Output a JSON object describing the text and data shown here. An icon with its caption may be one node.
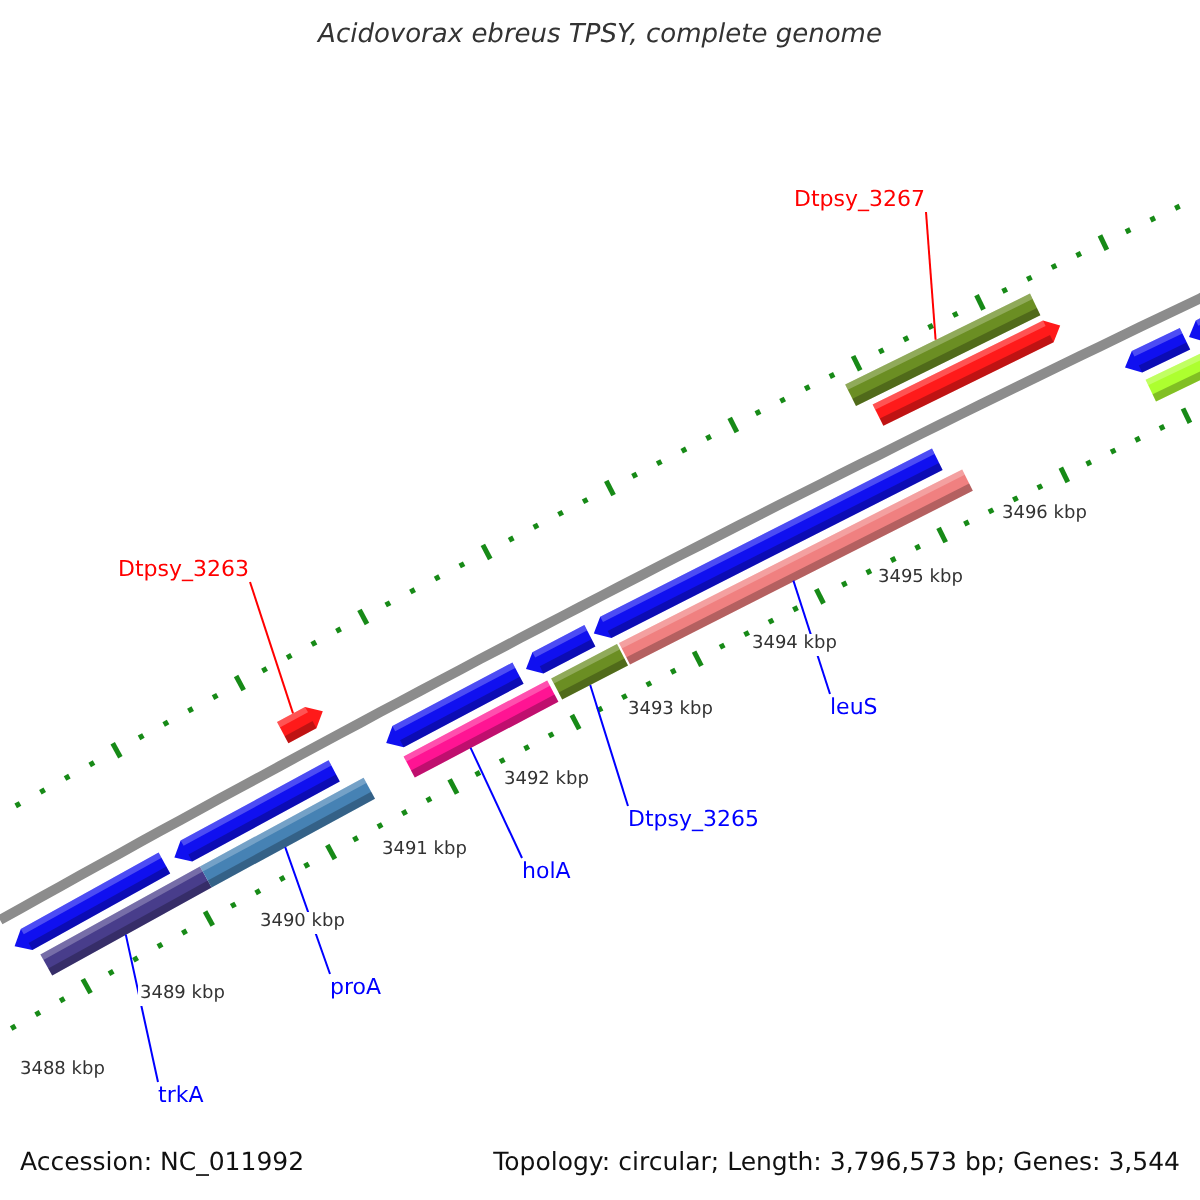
{
  "diagram": {
    "title": "Acidovorax ebreus TPSY, complete genome",
    "nodes": [
      {
        "text": [
          "Dtpsy_3267"
        ]
      },
      {
        "text": [],
        "shape": "bar"
      },
      {
        "text": [
          "Dtpsy_3263"
        ]
      },
      {
        "text": [],
        "shape": "bar"
      },
      {
        "text": [
          "trkA"
        ]
      },
      {
        "text": [],
        "shape": "bar"
      },
      {
        "text": [
          "proA"
        ]
      },
      {
        "text": [],
        "shape": "bar"
      },
      {
        "text": [
          "holA"
        ]
      },
      {
        "text": [],
        "shape": "bar"
      },
      {
        "text": [
          "Dtpsy_3265"
        ]
      },
      {
        "text": [],
        "shape": "bar"
      },
      {
        "text": [
          "leuS"
        ]
      },
      {
        "text": [],
        "shape": "bar"
      }
    ],
    "edges": [
      {
        "from": 0,
        "to": 1,
        "arrow": "none",
        "color": "#ff0000"
      },
      {
        "from": 2,
        "to": 3,
        "arrow": "none",
        "color": "#ff0000"
      },
      {
        "from": 4,
        "to": 5,
        "arrow": "none"
      },
      {
        "from": 6,
        "to": 7,
        "arrow": "none"
      },
      {
        "from": 8,
        "to": 9,
        "arrow": "none"
      },
      {
        "from": 10,
        "to": 11,
        "arrow": "none"
      },
      {
        "from": 12,
        "to": 13,
        "arrow": "none"
      }
    ],
    "labels": [
      "3488 kbp",
      "3489 kbp",
      "3490 kbp",
      "3491 kbp",
      "3492 kbp",
      "3493 kbp",
      "3494 kbp",
      "3495 kbp",
      "3496 kbp",
      "Accession: NC_011992",
      "Topology: circular; Length: 3,796,573 bp; Genes: 3,544"
    ]
  }
}
